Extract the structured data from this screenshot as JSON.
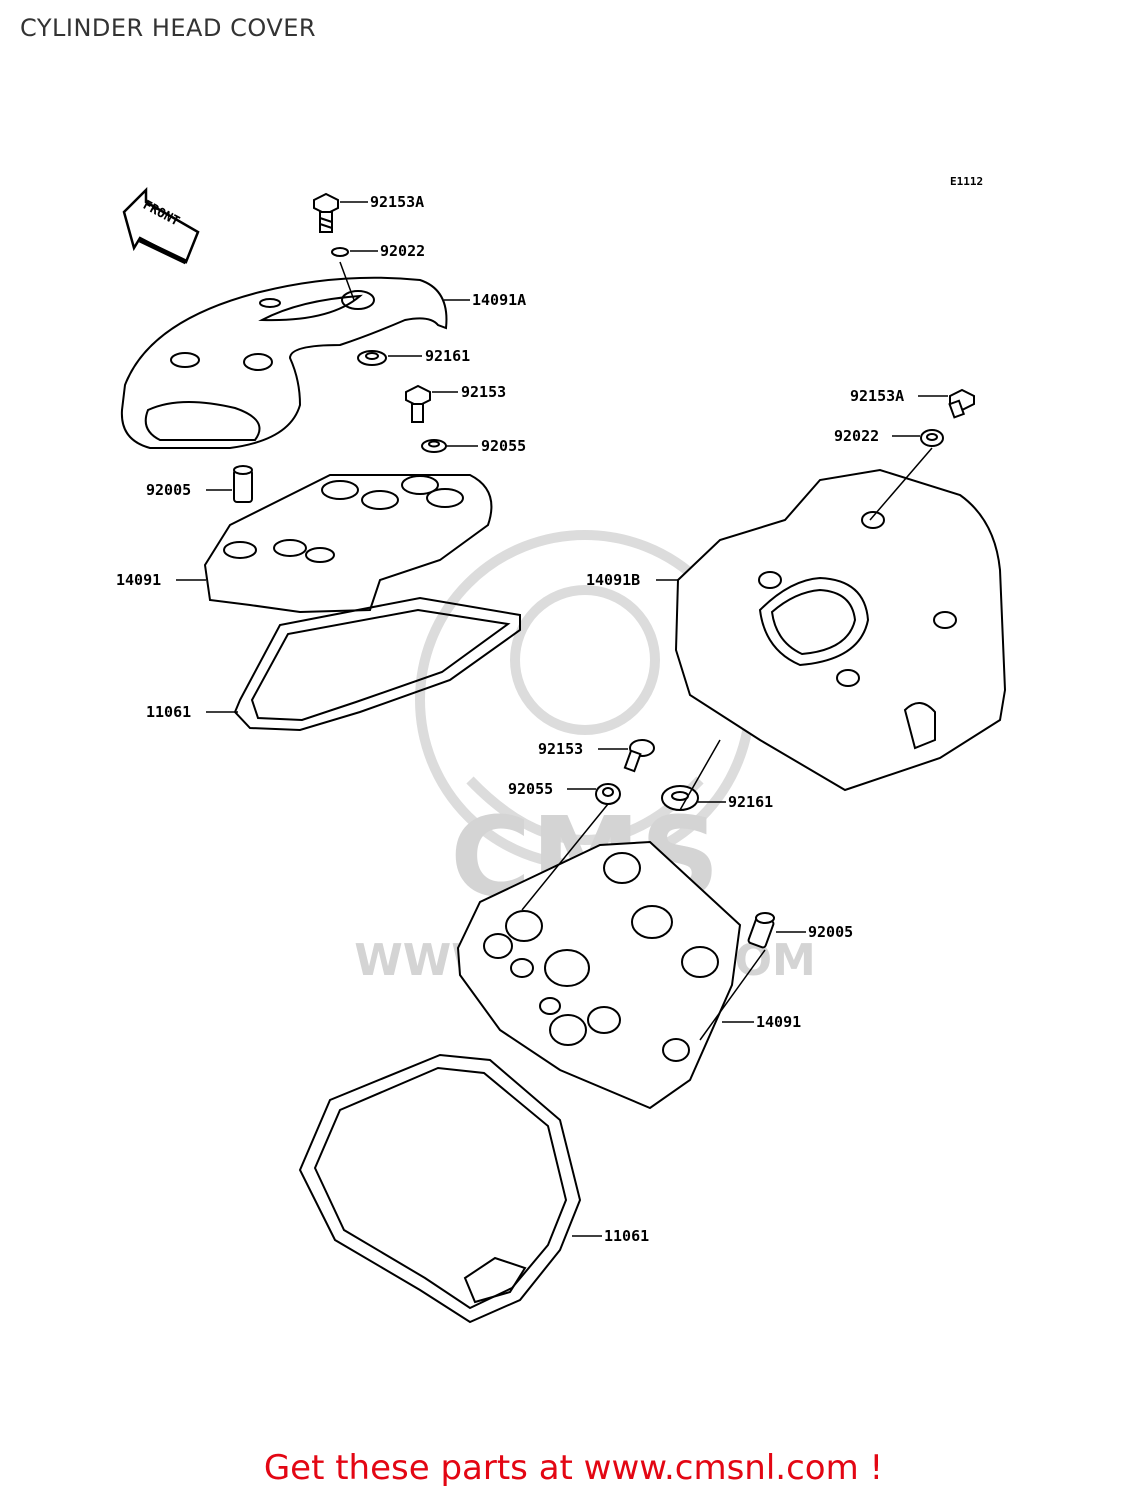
{
  "page": {
    "title": "CYLINDER HEAD COVER",
    "diagram_code": "E1112",
    "front_label": "FRONT",
    "watermark_text": "CMS",
    "watermark_url": "WWW.CMSNL.COM",
    "footer_text": "Get these parts at www.cmsnl.com !",
    "accent_color": "#e30613"
  },
  "callouts": [
    {
      "id": "c1",
      "text": "92153A"
    },
    {
      "id": "c2",
      "text": "92022"
    },
    {
      "id": "c3",
      "text": "14091A"
    },
    {
      "id": "c4",
      "text": "92161"
    },
    {
      "id": "c5",
      "text": "92153"
    },
    {
      "id": "c6",
      "text": "92055"
    },
    {
      "id": "c7",
      "text": "92005"
    },
    {
      "id": "c8",
      "text": "14091"
    },
    {
      "id": "c9",
      "text": "11061"
    },
    {
      "id": "c10",
      "text": "92153A"
    },
    {
      "id": "c11",
      "text": "92022"
    },
    {
      "id": "c12",
      "text": "14091B"
    },
    {
      "id": "c13",
      "text": "92153"
    },
    {
      "id": "c14",
      "text": "92055"
    },
    {
      "id": "c15",
      "text": "92161"
    },
    {
      "id": "c16",
      "text": "92005"
    },
    {
      "id": "c17",
      "text": "14091"
    },
    {
      "id": "c18",
      "text": "11061"
    }
  ]
}
